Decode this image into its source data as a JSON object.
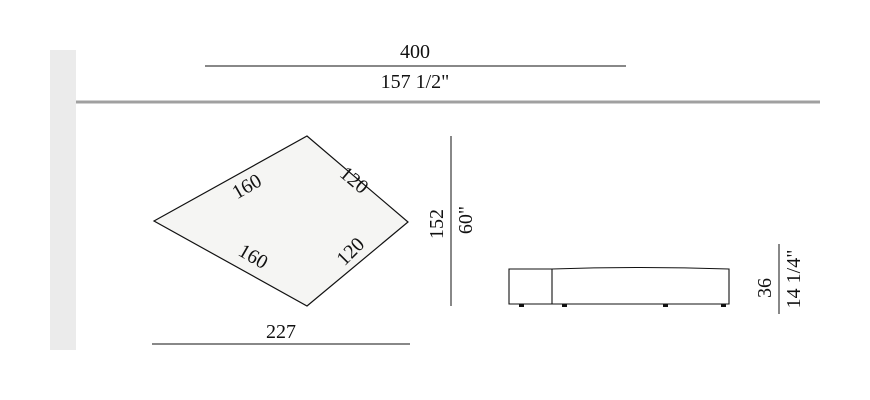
{
  "dimensions": {
    "overall_width_cm": "400",
    "overall_width_in": "157 1/2\"",
    "base_width_cm": "227",
    "depth_cm": "152",
    "depth_in": "60\"",
    "height_cm": "36",
    "height_in": "14 1/4\""
  },
  "top_view_edges": {
    "upper_left": "160",
    "lower_left": "160",
    "upper_right": "120",
    "lower_right": "120"
  },
  "colors": {
    "panel": "#ebebeb",
    "divider": "#a0a0a0",
    "shape_fill": "#f5f5f3",
    "line": "#111111"
  }
}
